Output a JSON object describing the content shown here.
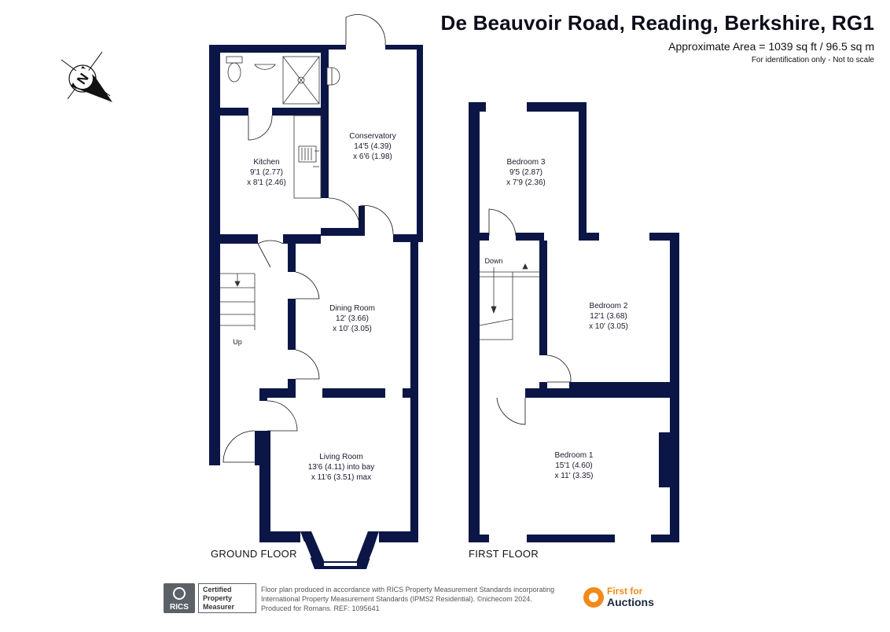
{
  "header": {
    "title": "De Beauvoir Road, Reading, Berkshire, RG1",
    "area": "Approximate Area = 1039 sq ft / 96.5 sq m",
    "disclaimer": "For identification only - Not to scale"
  },
  "compass": {
    "label": "N"
  },
  "floors": [
    {
      "id": "ground",
      "label": "GROUND FLOOR"
    },
    {
      "id": "first",
      "label": "FIRST FLOOR"
    }
  ],
  "rooms": {
    "conservatory": {
      "name": "Conservatory",
      "dim1": "14'5 (4.39)",
      "dim2": "x 6'6 (1.98)"
    },
    "kitchen": {
      "name": "Kitchen",
      "dim1": "9'1 (2.77)",
      "dim2": "x 8'1 (2.46)"
    },
    "dining": {
      "name": "Dining Room",
      "dim1": "12' (3.66)",
      "dim2": "x 10' (3.05)"
    },
    "living": {
      "name": "Living Room",
      "dim1": "13'6 (4.11) into bay",
      "dim2": "x 11'6 (3.51) max"
    },
    "bedroom3": {
      "name": "Bedroom 3",
      "dim1": "9'5 (2.87)",
      "dim2": "x 7'9 (2.36)"
    },
    "bedroom2": {
      "name": "Bedroom 2",
      "dim1": "12'1 (3.68)",
      "dim2": "x 10' (3.05)"
    },
    "bedroom1": {
      "name": "Bedroom 1",
      "dim1": "15'1 (4.60)",
      "dim2": "x 11' (3.35)"
    }
  },
  "stairs": {
    "up": "Up",
    "down": "Down"
  },
  "footer": {
    "rics_abbr": "RICS",
    "cert_line1": "Certified",
    "cert_line2": "Property",
    "cert_line3": "Measurer",
    "line1": "Floor plan produced in accordance with RICS Property Measurement Standards incorporating",
    "line2": "International Property Measurement Standards (IPMS2 Residential).  ©nichecom 2024.",
    "line3": "Produced for Romans.   REF: 1095641",
    "brand_line1": "First for",
    "brand_line2": "Auctions"
  },
  "colors": {
    "wall": "#0b1646",
    "brand_orange": "#f28a1a",
    "rics_grey": "#5c6168"
  }
}
